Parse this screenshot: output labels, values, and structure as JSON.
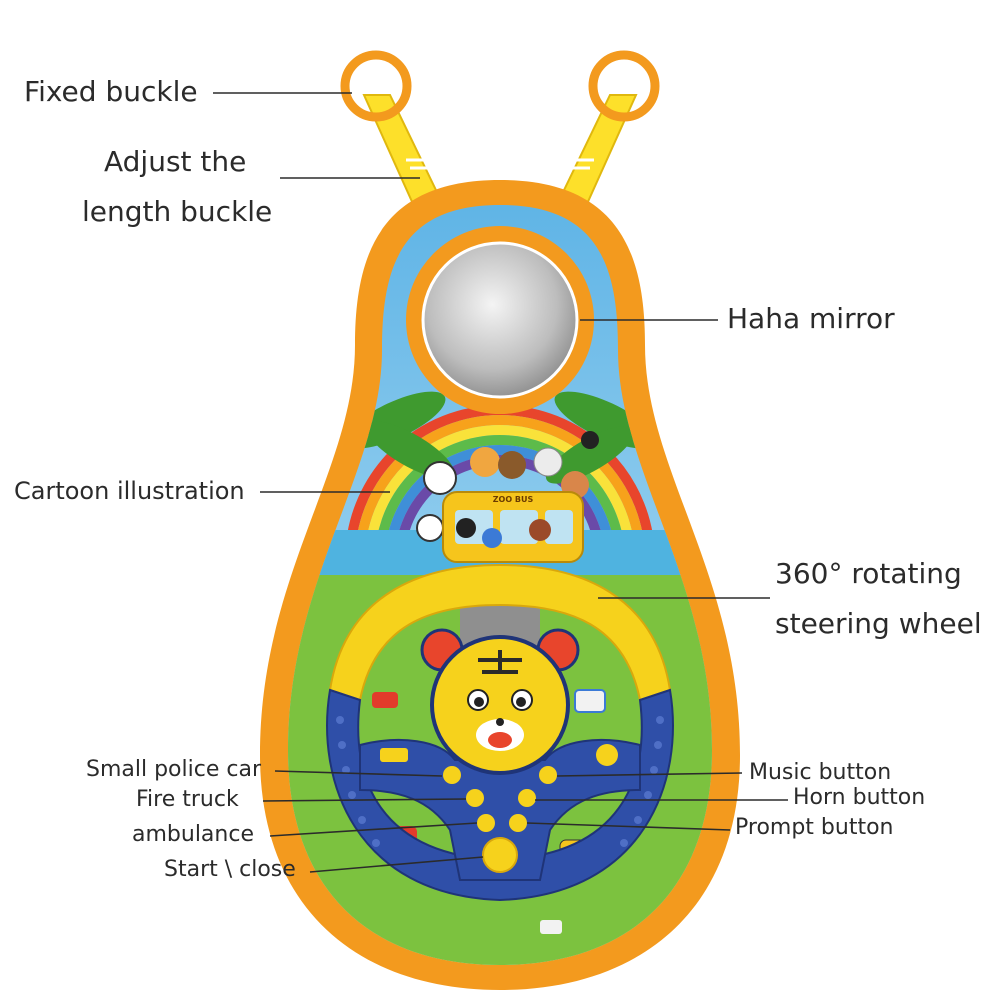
{
  "labels": {
    "fixed_buckle": "Fixed buckle",
    "adjust_line1": "Adjust the",
    "adjust_line2": "length buckle",
    "mirror": "Haha mirror",
    "cartoon": "Cartoon illustration",
    "steering_line1": "360°  rotating",
    "steering_line2": "steering wheel",
    "police": "Small police car",
    "fire": "Fire truck",
    "ambulance": "ambulance",
    "start": "Start \\ close",
    "music": "Music button",
    "horn": "Horn button",
    "prompt": "Prompt button"
  },
  "toy_text": {
    "bus_sign": "ZOO BUS"
  },
  "colors": {
    "frame_orange": "#f39a1e",
    "strap_yellow": "#fde02a",
    "wheel_yellow": "#f6d21c",
    "grip_blue": "#2f4fa8",
    "sky_blue": "#7ec3ea",
    "grass_green": "#7cc23f"
  }
}
